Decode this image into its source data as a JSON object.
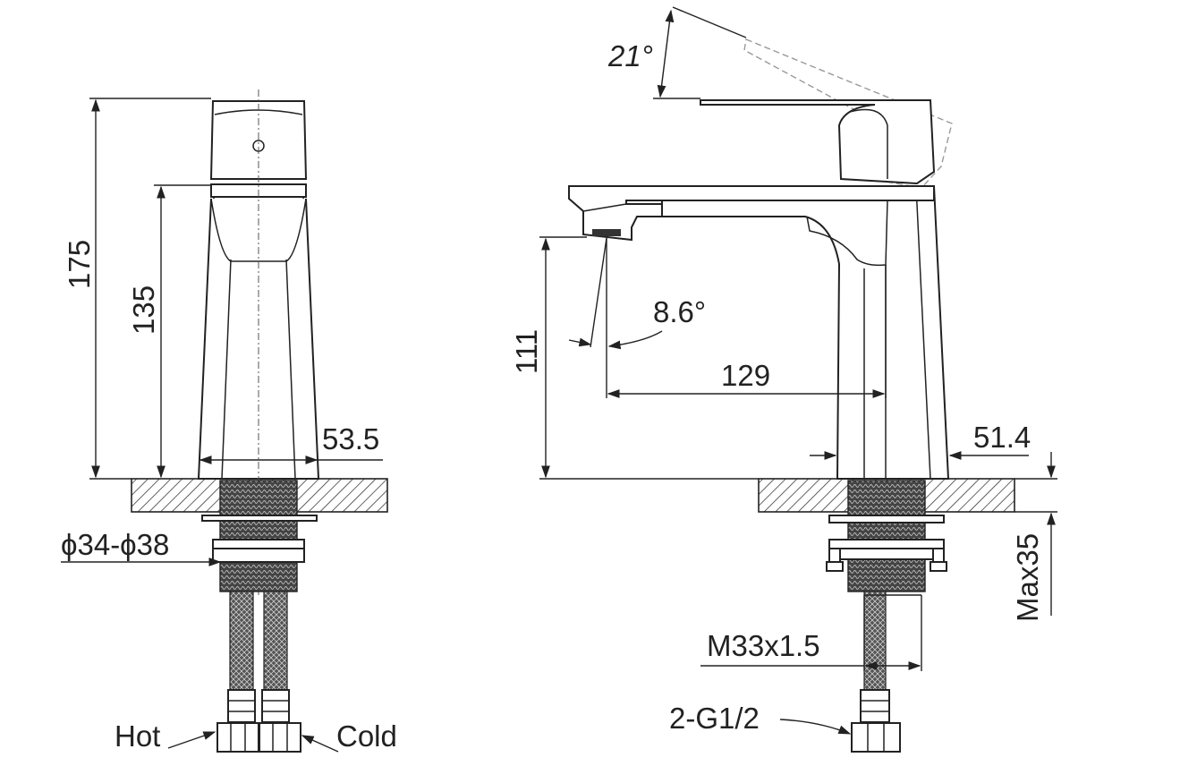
{
  "dimensions": {
    "overall_height": "175",
    "spout_height": "135",
    "base_width_front": "53.5",
    "hole_diameter": "ϕ34-ϕ38",
    "lever_angle": "21°",
    "outlet_height": "111",
    "jet_angle": "8.6°",
    "spout_reach": "129",
    "base_width_side": "51.4",
    "max_deck_thickness": "Max35",
    "thread_size": "M33x1.5",
    "hose_connection": "2-G1/2"
  },
  "labels": {
    "hot": "Hot",
    "cold": "Cold"
  }
}
